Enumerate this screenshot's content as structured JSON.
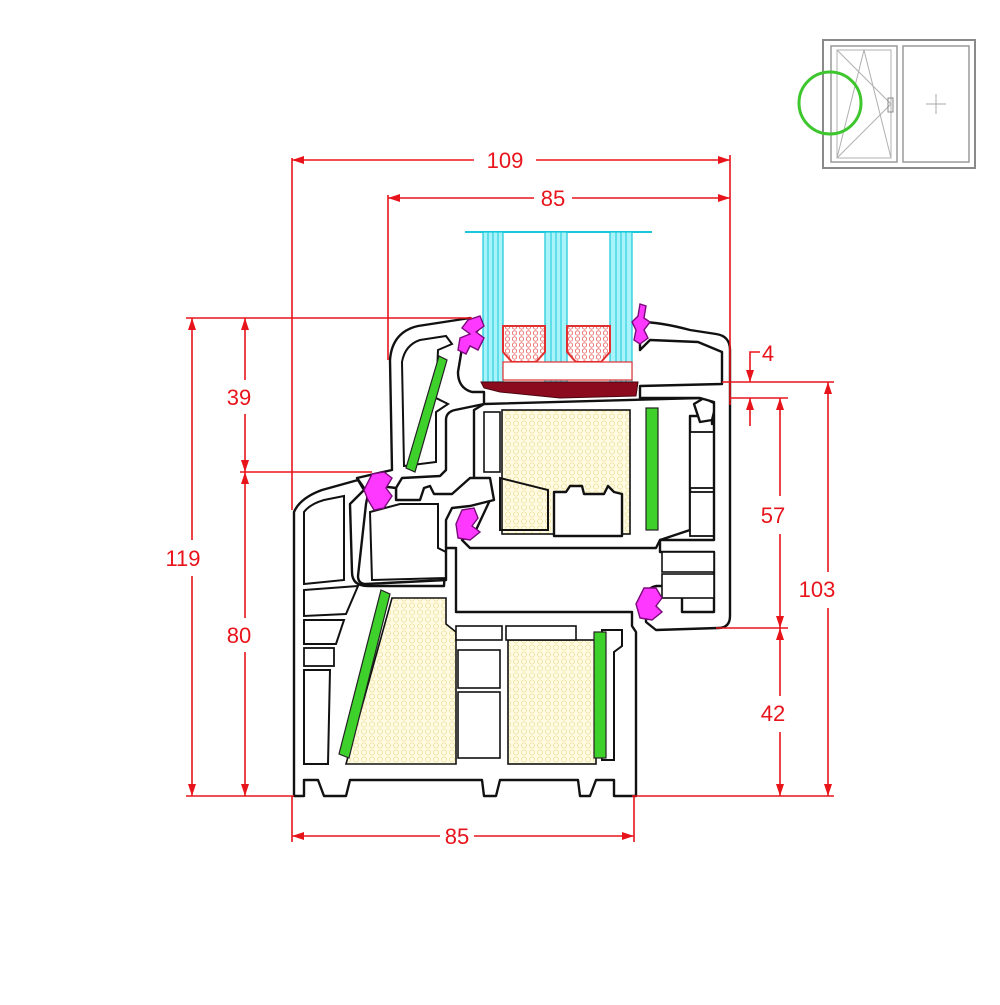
{
  "dimensions": {
    "top_overall": "109",
    "top_sash": "85",
    "bottom_frame": "85",
    "left_overall": "119",
    "left_upper": "39",
    "left_lower": "80",
    "right_small": "4",
    "right_mid": "57",
    "right_lower": "42",
    "right_overall": "103"
  },
  "colors": {
    "dimension": "#e8141b",
    "profile_outline": "#111111",
    "steel_reinforcement": "#3fd12b",
    "gasket": "#ff38ff",
    "glazing": "#a8f4fa",
    "insulation": "#fffbe0",
    "glazing_bead_seal": "#8b0a1e",
    "thumbnail_highlight": "#3ec62e"
  }
}
